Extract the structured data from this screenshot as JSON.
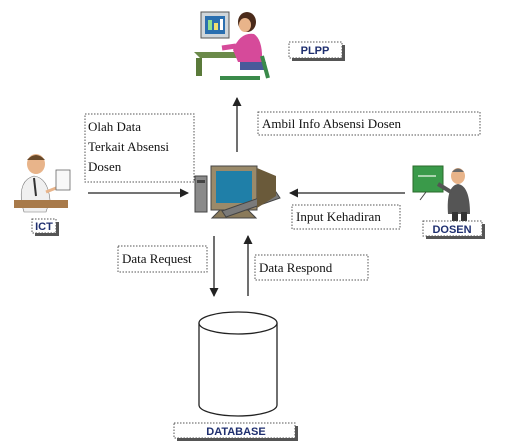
{
  "actors": {
    "plpp": "PLPP",
    "ict": "ICT",
    "dosen": "DOSEN",
    "database": "DATABASE"
  },
  "flows": {
    "ambil_info": "Ambil Info Absensi Dosen",
    "olah_data": [
      "Olah Data",
      "Terkait Absensi",
      "Dosen"
    ],
    "input_kehadiran": "Input Kehadiran",
    "data_request": "Data Request",
    "data_respond": "Data Respond"
  },
  "icons": [
    "woman-at-computer-icon",
    "man-at-desk-icon",
    "presenter-icon",
    "computer-icon",
    "database-cylinder-icon"
  ]
}
